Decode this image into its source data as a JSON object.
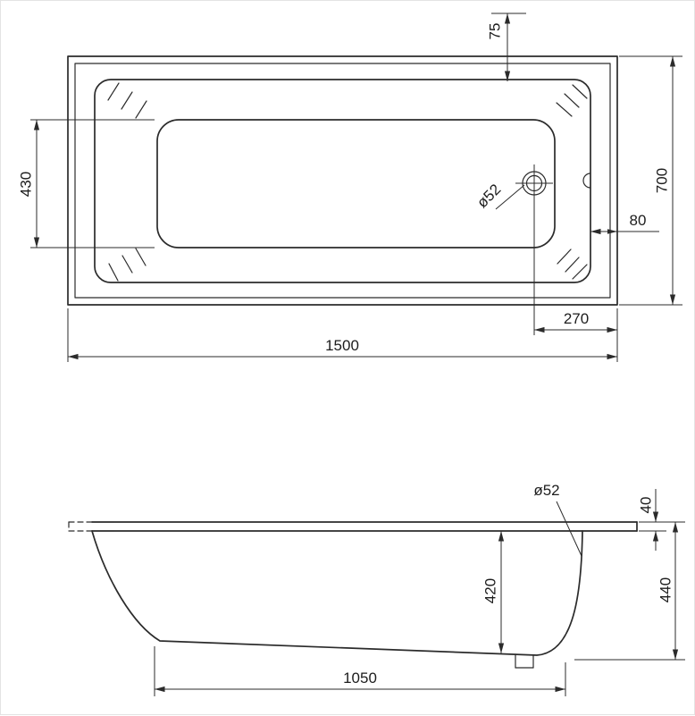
{
  "top_view": {
    "dims": {
      "edge_offset": "75",
      "inner_width": "430",
      "overall_width": "700",
      "side_offset": "80",
      "drain_distance": "270",
      "length": "1500",
      "drain_diameter": "ø52"
    }
  },
  "side_view": {
    "dims": {
      "overflow_diameter": "ø52",
      "rim_height": "40",
      "height": "440",
      "depth": "420",
      "base_length": "1050"
    }
  }
}
